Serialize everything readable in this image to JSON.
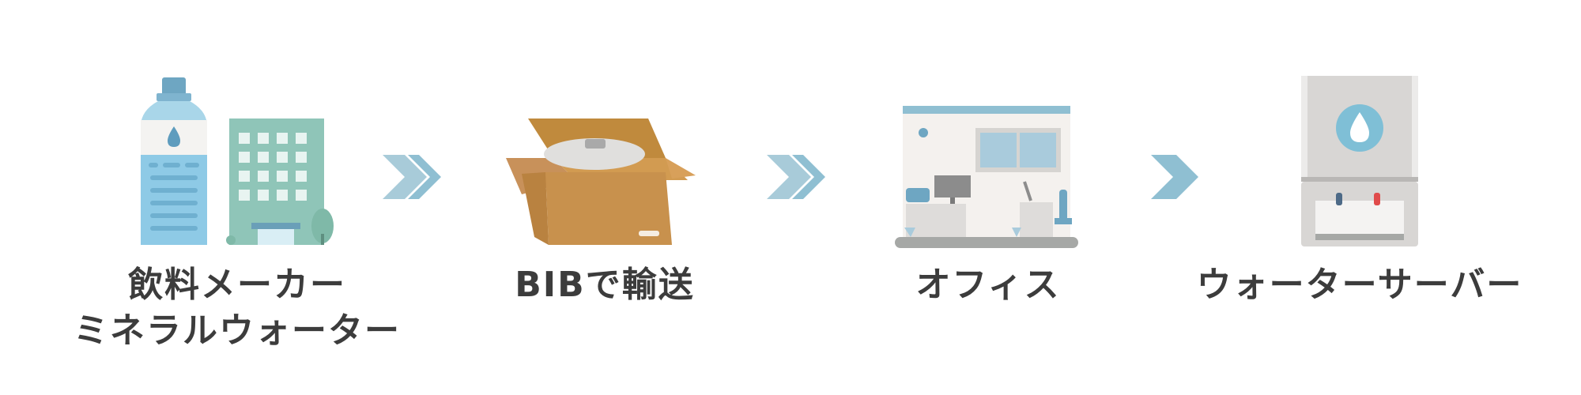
{
  "steps": [
    {
      "id": "maker",
      "lines": [
        "飲料メーカー",
        "ミネラルウォーター"
      ],
      "icon": "bottle-and-factory-icon"
    },
    {
      "id": "bib",
      "lines": [
        "BIBで輸送"
      ],
      "icon": "open-box-icon"
    },
    {
      "id": "office",
      "lines": [
        "オフィス"
      ],
      "icon": "office-icon"
    },
    {
      "id": "server",
      "lines": [
        "ウォーターサーバー"
      ],
      "icon": "water-server-icon"
    }
  ],
  "arrows": [
    {
      "icon": "double-chevron-icon"
    },
    {
      "icon": "double-chevron-icon"
    },
    {
      "icon": "chevron-icon"
    }
  ],
  "colors": {
    "text": "#3c3c3c",
    "chevron": "#a8cbd9",
    "bottle": "#8ecae6",
    "building": "#8fc5b8",
    "box": "#c8914d",
    "server": "#d8d6d4"
  }
}
